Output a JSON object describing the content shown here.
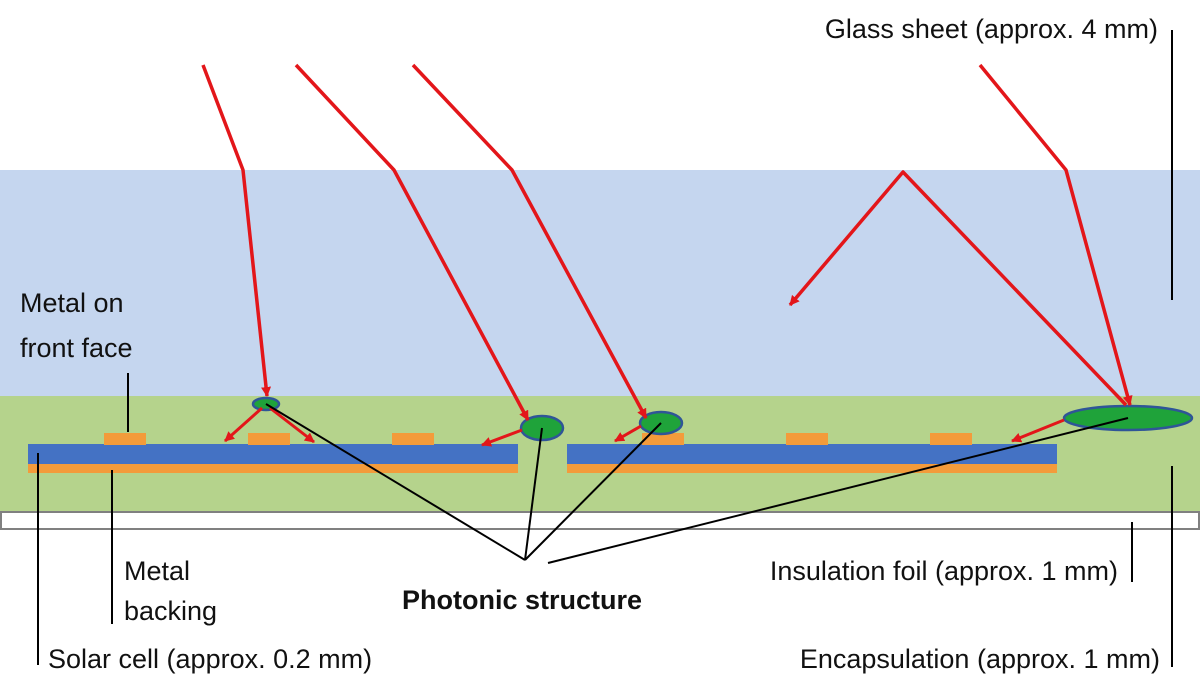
{
  "labels": {
    "glass_sheet": "Glass sheet (approx. 4 mm)",
    "metal_front_line1": "Metal on",
    "metal_front_line2": "front face",
    "metal_backing_line1": "Metal",
    "metal_backing_line2": "backing",
    "solar_cell": "Solar cell (approx. 0.2 mm)",
    "photonic_structure": "Photonic structure",
    "insulation_foil": "Insulation foil (approx. 1 mm)",
    "encapsulation": "Encapsulation (approx. 1 mm)"
  },
  "colors": {
    "glass": "#c5d6ef",
    "encapsulation": "#b5d38c",
    "cell": "#4472c4",
    "metal": "#f39b3b",
    "photonic": "#1fa33a",
    "photonic_outline": "#2f5597",
    "light_ray": "#e3161a",
    "leader_line": "#000000",
    "foil": "#ffffff"
  }
}
